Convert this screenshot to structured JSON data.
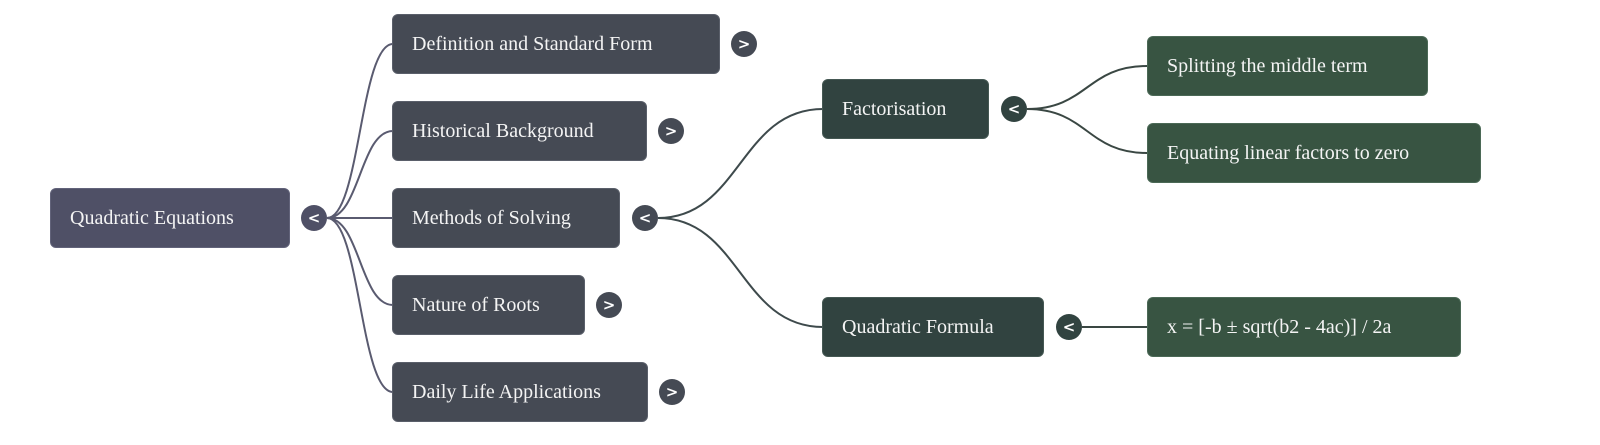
{
  "mindmap": {
    "root": {
      "label": "Quadratic Equations",
      "toggle": "<",
      "color": "#4f5066"
    },
    "branches": [
      {
        "label": "Definition and Standard Form",
        "toggle": ">",
        "expanded": false
      },
      {
        "label": "Historical Background",
        "toggle": ">",
        "expanded": false
      },
      {
        "label": "Methods of Solving",
        "toggle": "<",
        "expanded": true
      },
      {
        "label": "Nature of Roots",
        "toggle": ">",
        "expanded": false
      },
      {
        "label": "Daily Life Applications",
        "toggle": ">",
        "expanded": false
      }
    ],
    "methods": [
      {
        "label": "Factorisation",
        "toggle": "<",
        "children": [
          "Splitting the middle term",
          "Equating linear factors to zero"
        ]
      },
      {
        "label": "Quadratic Formula",
        "toggle": "<",
        "children": [
          "x = [-b ± sqrt(b2 - 4ac)] / 2a"
        ]
      }
    ],
    "colors": {
      "level0": "#4f5066",
      "level1": "#454a54",
      "level2": "#314340",
      "level3": "#385442",
      "link_root": "#5a5b70",
      "link_level2": "#3e4a4c"
    }
  }
}
